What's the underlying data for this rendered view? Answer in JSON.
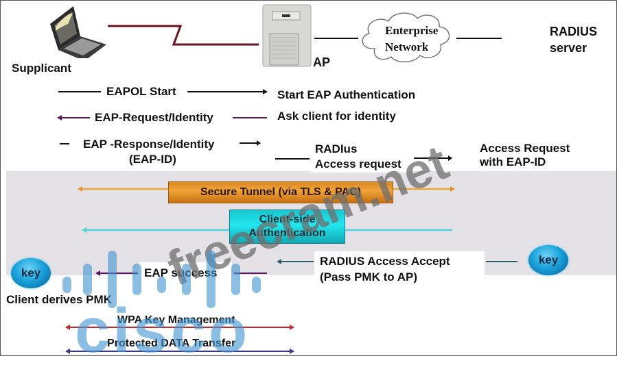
{
  "diagram": {
    "title": "EAP-FAST 802.1X authentication flow",
    "nodes": {
      "supplicant": {
        "label": "Supplicant",
        "icon": "laptop-icon"
      },
      "ap": {
        "label": "AP",
        "icon": "access-point-icon"
      },
      "network": {
        "line1": "Enterprise",
        "line2": "Network",
        "icon": "cloud-icon"
      },
      "radius": {
        "line1": "RADIUS",
        "line2": "server"
      }
    },
    "steps": {
      "eapol_start": "EAPOL Start",
      "start_eap_auth": "Start EAP Authentication",
      "eap_request_identity": "EAP-Request/Identity",
      "ask_client_identity": "Ask client for identity",
      "eap_response_identity_l1": "EAP -Response/Identity",
      "eap_response_identity_l2": "(EAP-ID)",
      "radius_access_request_l1": "RADIus",
      "radius_access_request_l2": "Access request",
      "access_request_l1": "Access Request",
      "access_request_l2": "with EAP-ID",
      "secure_tunnel": "Secure Tunnel (via TLS &  PAC)",
      "client_side_auth_l1": "Client-side",
      "client_side_auth_l2": "Authentication",
      "radius_access_accept_l1": "RADIUS Access Accept",
      "radius_access_accept_l2": "(Pass PMK to AP)",
      "eap_success": "EAP success",
      "client_derives_pmk": "Client derives PMK",
      "wpa_key_mgmt": "WPA Key Management",
      "protected_data": "Protected DATA Transfer"
    },
    "keys": {
      "client_key": "key",
      "server_key": "key"
    },
    "colors": {
      "wireless_link": "#6b1020",
      "purple_arrow": "#5a1a5e",
      "tunnel_orange": "#f0a43a",
      "client_auth_cyan": "#21e6ee",
      "radius_accept_arrow": "#2f5f66",
      "wpa_arrow": "#c2282c",
      "data_arrow": "#3b3a8c",
      "band_gray": "#e4e2e6"
    },
    "watermarks": {
      "site": "freecram.net",
      "brand": "cisco"
    }
  }
}
